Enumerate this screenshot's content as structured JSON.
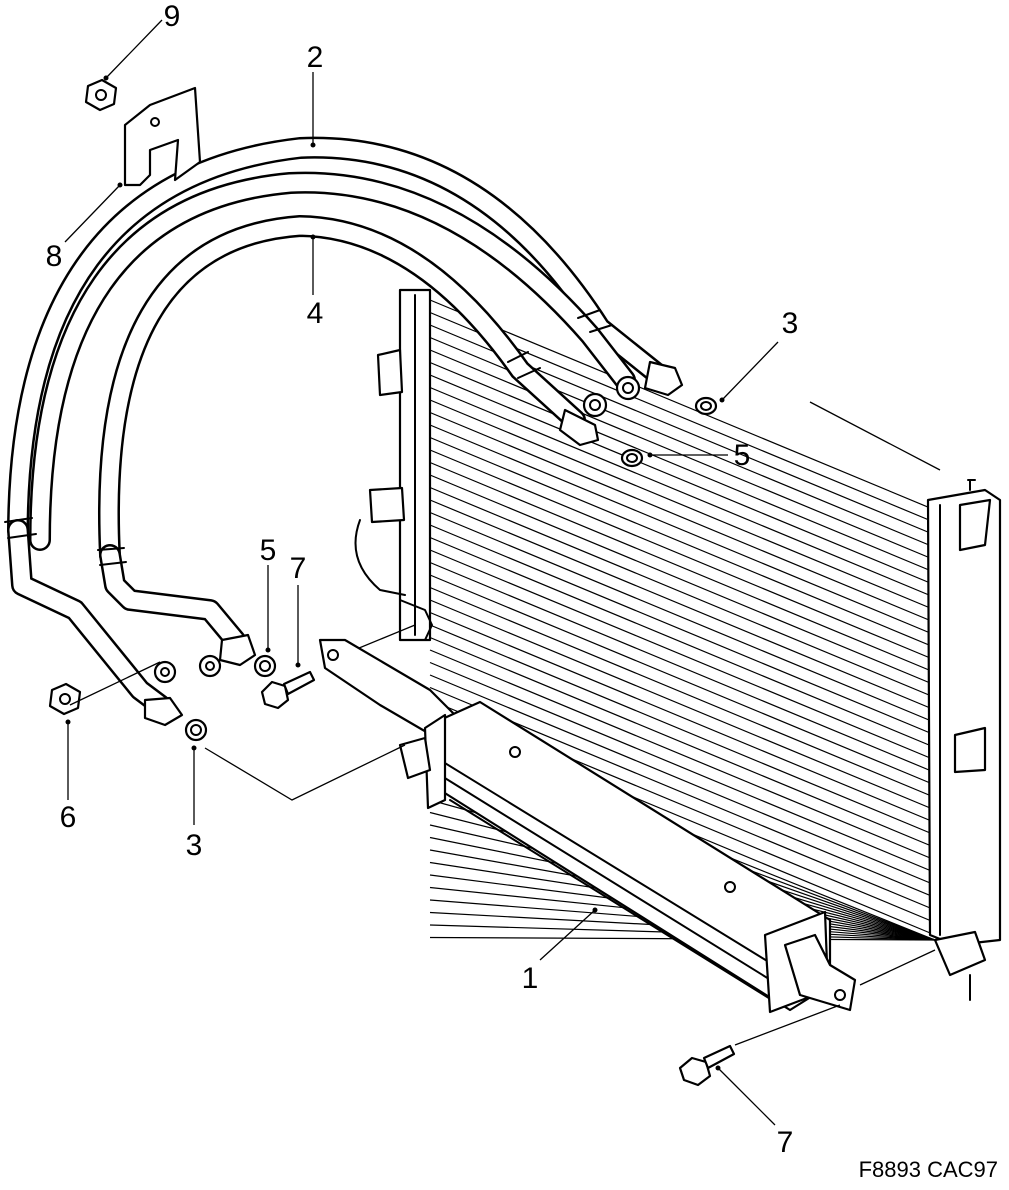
{
  "figure_ref": "F8893 CAC97",
  "callouts": [
    {
      "id": "c1",
      "label": "1"
    },
    {
      "id": "c2",
      "label": "2"
    },
    {
      "id": "c3a",
      "label": "3"
    },
    {
      "id": "c3b",
      "label": "3"
    },
    {
      "id": "c4",
      "label": "4"
    },
    {
      "id": "c5a",
      "label": "5"
    },
    {
      "id": "c5b",
      "label": "5"
    },
    {
      "id": "c6",
      "label": "6"
    },
    {
      "id": "c7a",
      "label": "7"
    },
    {
      "id": "c7b",
      "label": "7"
    },
    {
      "id": "c8",
      "label": "8"
    },
    {
      "id": "c9",
      "label": "9"
    }
  ]
}
